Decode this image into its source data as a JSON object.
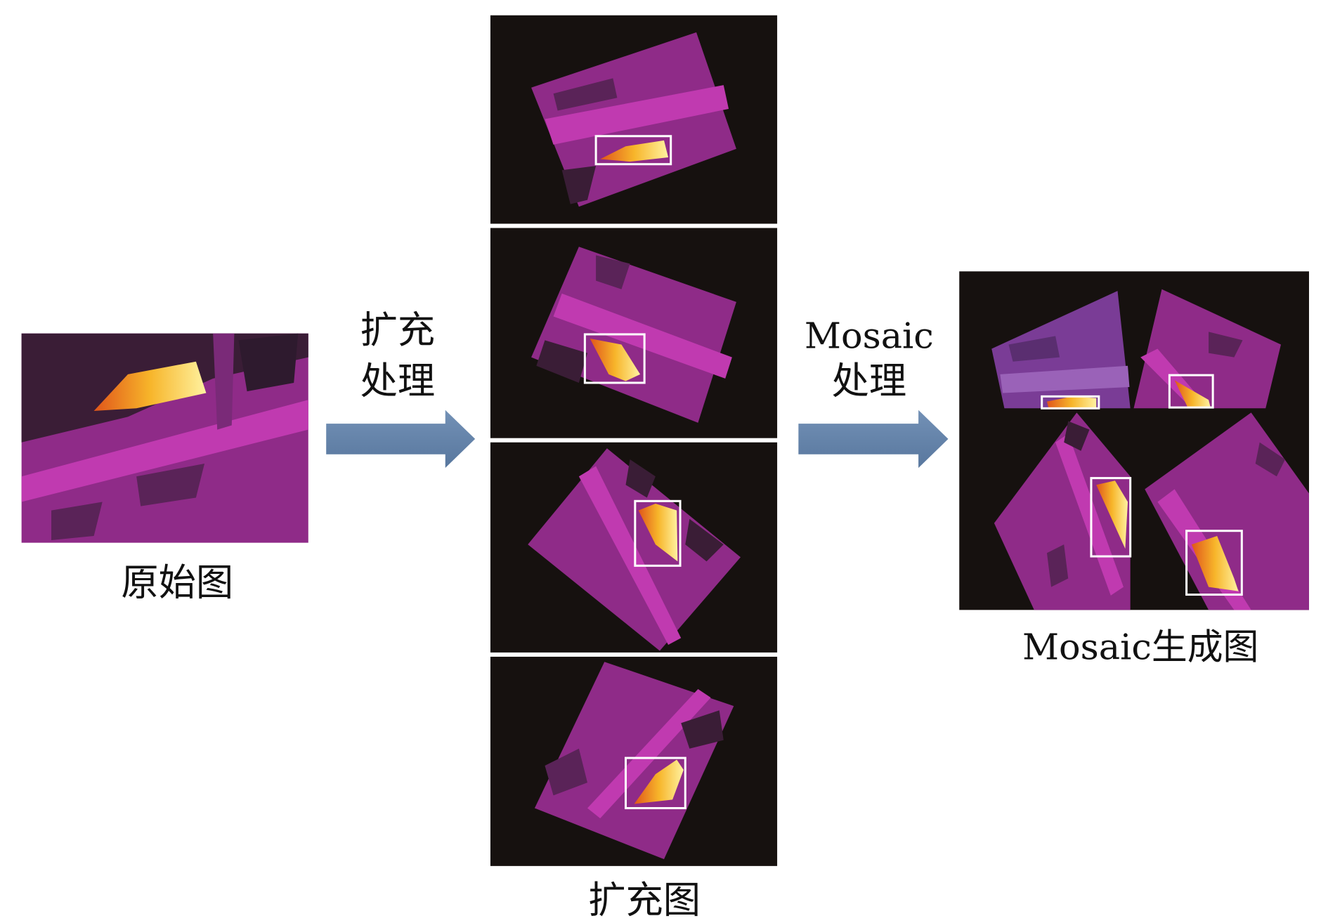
{
  "labels": {
    "original": "原始图",
    "augment_step_line1": "扩充",
    "augment_step_line2": "处理",
    "augmented": "扩充图",
    "mosaic_step_line1": "Mosaic",
    "mosaic_step_line2": "处理",
    "mosaic_result": "Mosaic生成图"
  },
  "colors": {
    "arrow": "#6583a8",
    "background_dark": "#16110f",
    "thermal_purple": "#932c8c",
    "thermal_band": "#c43cb2",
    "hot_object": "#f7c93a",
    "box": "#ffffff"
  }
}
